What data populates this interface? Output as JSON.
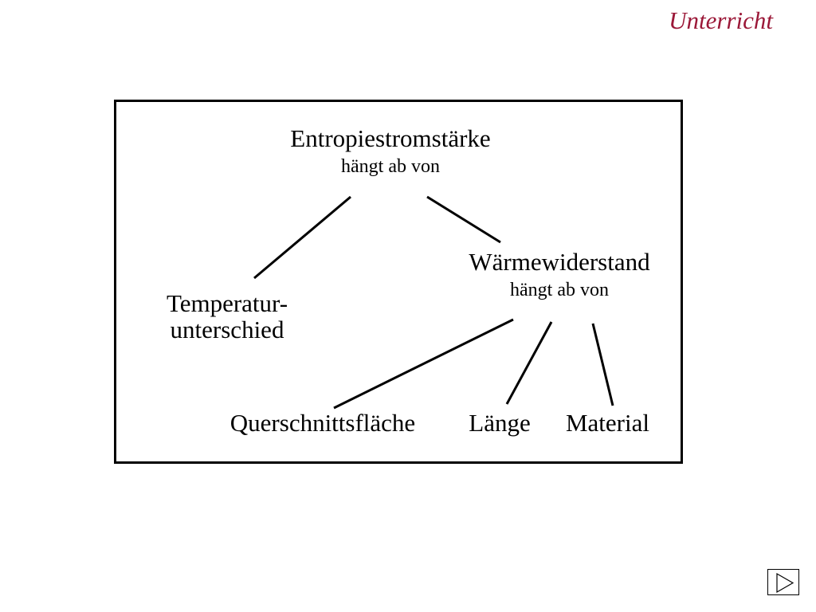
{
  "header": {
    "title": "Unterricht",
    "title_color": "#9b1838"
  },
  "diagram": {
    "frame_color": "#000000",
    "root": {
      "label": "Entropiestromstärke",
      "sublabel": "hängt ab von"
    },
    "temperature": {
      "label_line1": "Temperatur-",
      "label_line2": "unterschied"
    },
    "resistance": {
      "label": "Wärmewiderstand",
      "sublabel": "hängt ab von"
    },
    "cross_section": {
      "label": "Querschnittsfläche"
    },
    "length": {
      "label": "Länge"
    },
    "material": {
      "label": "Material"
    }
  },
  "navigation": {
    "next_icon": "play-triangle-icon"
  }
}
